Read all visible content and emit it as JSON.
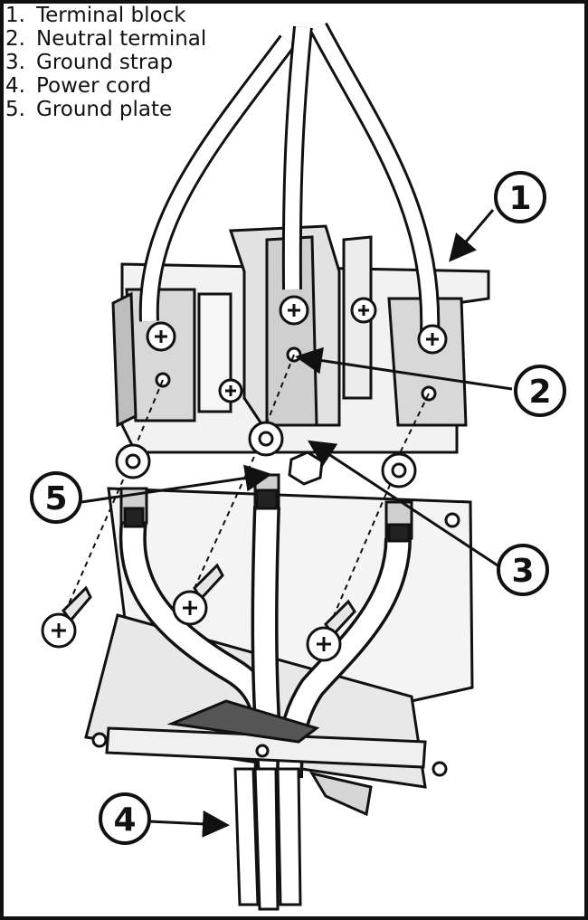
{
  "legend": [
    {
      "num": "1.",
      "label": "Terminal block"
    },
    {
      "num": "2.",
      "label": "Neutral terminal"
    },
    {
      "num": "3.",
      "label": "Ground strap"
    },
    {
      "num": "4.",
      "label": "Power cord"
    },
    {
      "num": "5.",
      "label": "Ground plate"
    }
  ],
  "callouts": {
    "c1": "1",
    "c2": "2",
    "c3": "3",
    "c4": "4",
    "c5": "5"
  },
  "colors": {
    "line": "#111111",
    "fill": "#ffffff",
    "shade": "#cfcfcf",
    "dark_shade": "#8a8a8a"
  }
}
